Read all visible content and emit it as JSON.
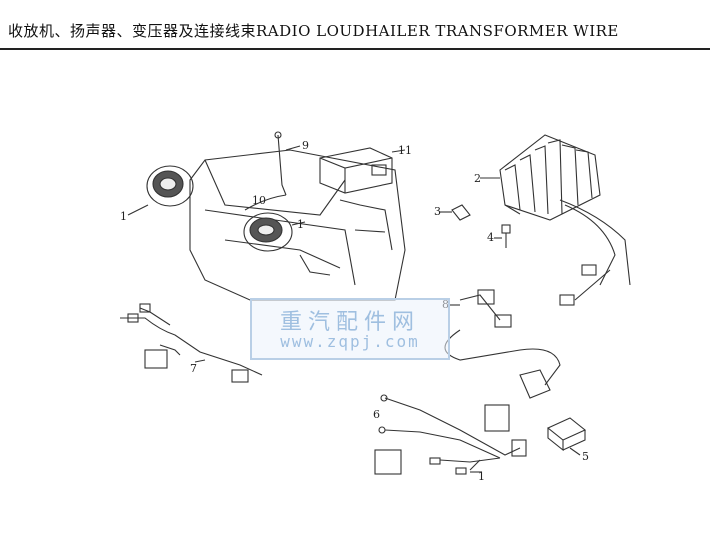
{
  "header": {
    "title": "收放机、扬声器、变压器及连接线束RADIO LOUDHAILER TRANSFORMER WIRE"
  },
  "callouts": [
    "1",
    "1",
    "2",
    "3",
    "4",
    "5",
    "6",
    "7",
    "8",
    "9",
    "10",
    "11",
    "1"
  ],
  "watermark": {
    "chinese": "重汽配件网",
    "url": "www.zqpj.com"
  }
}
